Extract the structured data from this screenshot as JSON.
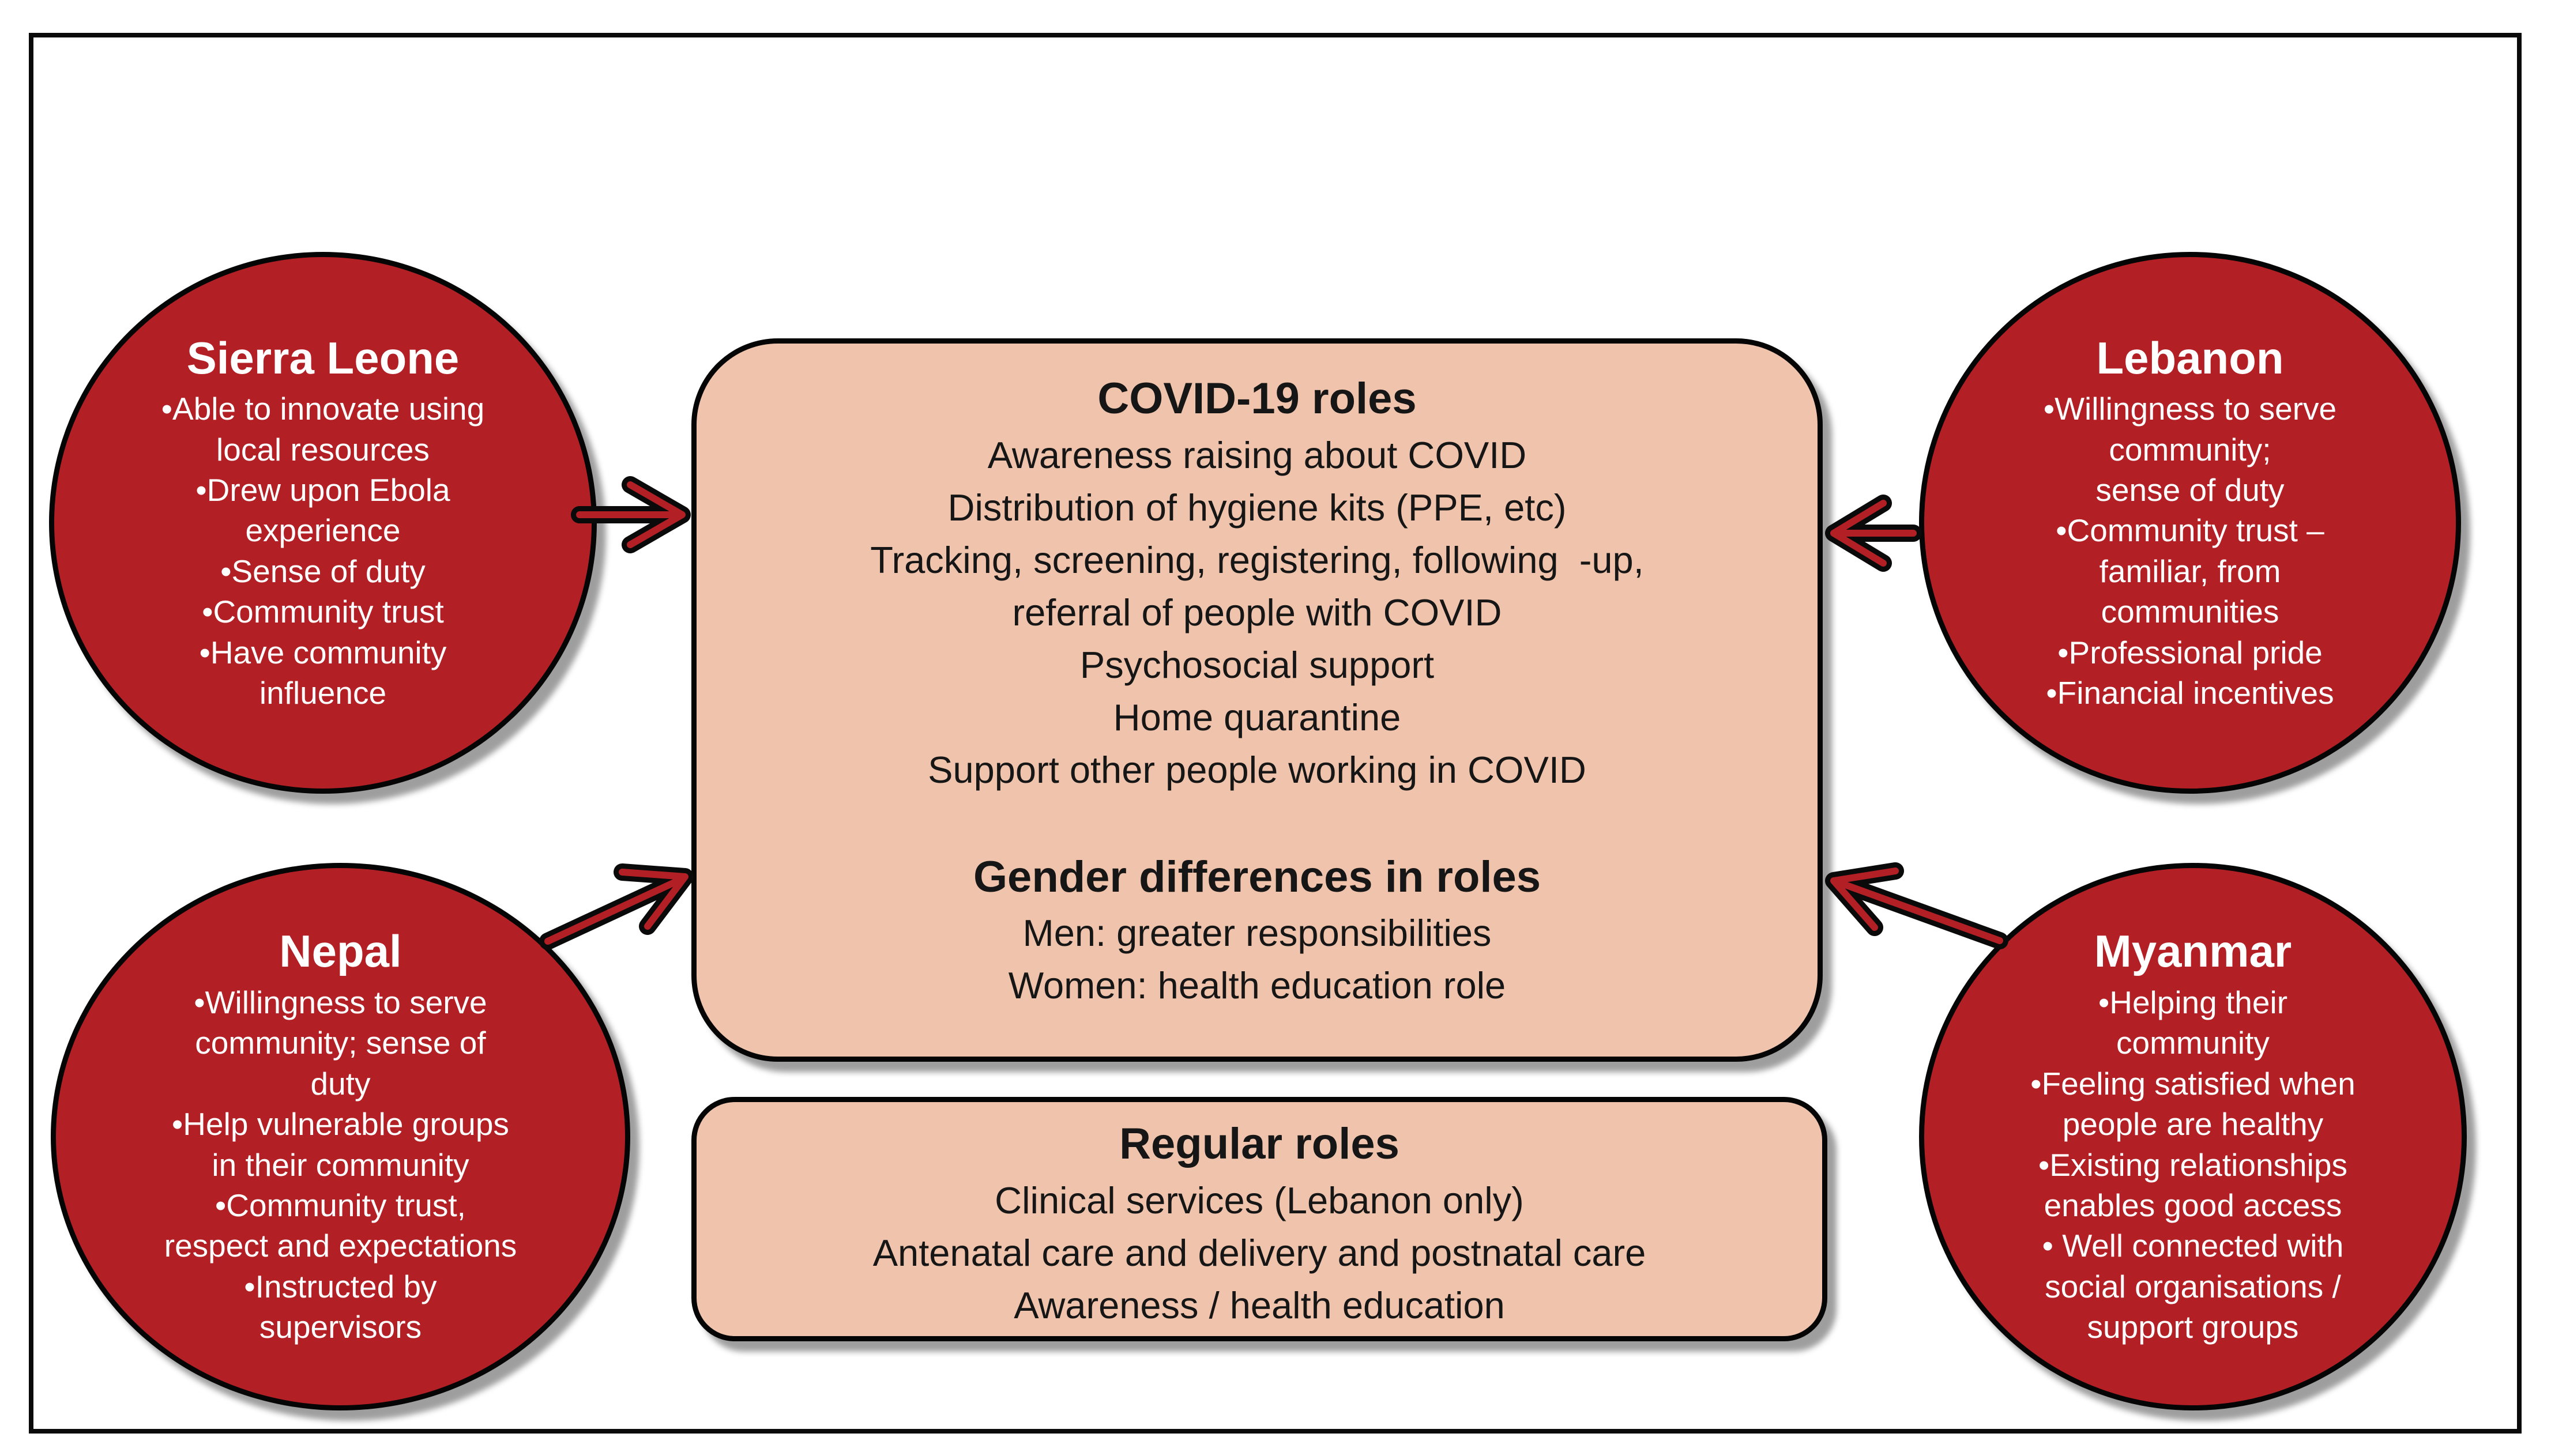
{
  "figure": {
    "colors": {
      "circle_fill": "#B22025",
      "box_fill": "#F0C4AC",
      "outline": "#0a0a0a",
      "arrow": "#B22025",
      "circle_text": "#ffffff",
      "box_text": "#161616"
    },
    "circles": [
      {
        "country": "Sierra Leone",
        "bullets": [
          "•Able to innovate using\nlocal resources",
          "•Drew upon Ebola\nexperience",
          "•Sense of duty",
          "•Community trust",
          "•Have community\ninfluence"
        ]
      },
      {
        "country": "Lebanon",
        "bullets": [
          "•Willingness to serve\ncommunity;\nsense of duty",
          "•Community trust –\nfamiliar, from\ncommunities",
          "•Professional pride",
          "•Financial incentives"
        ]
      },
      {
        "country": "Nepal",
        "bullets": [
          "•Willingness to serve\ncommunity; sense of\nduty",
          "•Help vulnerable groups\nin their community",
          "•Community trust,\nrespect and expectations",
          "•Instructed by\nsupervisors"
        ]
      },
      {
        "country": "Myanmar",
        "bullets": [
          "•Helping their\ncommunity",
          "•Feeling satisfied when\npeople are healthy",
          "•Existing relationships\nenables good access",
          "• Well connected with\nsocial organisations /\nsupport groups"
        ]
      }
    ],
    "covid_box": {
      "title": "COVID-19 roles",
      "lines": [
        "Awareness raising about COVID",
        "Distribution of hygiene kits (PPE, etc)",
        "Tracking, screening, registering, following  -up,\nreferral of people with COVID",
        "Psychosocial support",
        "Home quarantine",
        "Support other people working in COVID"
      ],
      "gender_heading": "Gender differences in roles",
      "gender_lines": [
        "Men: greater responsibilities",
        "Women: health education role"
      ]
    },
    "regular_box": {
      "title": "Regular roles",
      "lines": [
        "Clinical services (Lebanon only)",
        "Antenatal care and delivery and postnatal care",
        "Awareness / health education"
      ]
    }
  }
}
